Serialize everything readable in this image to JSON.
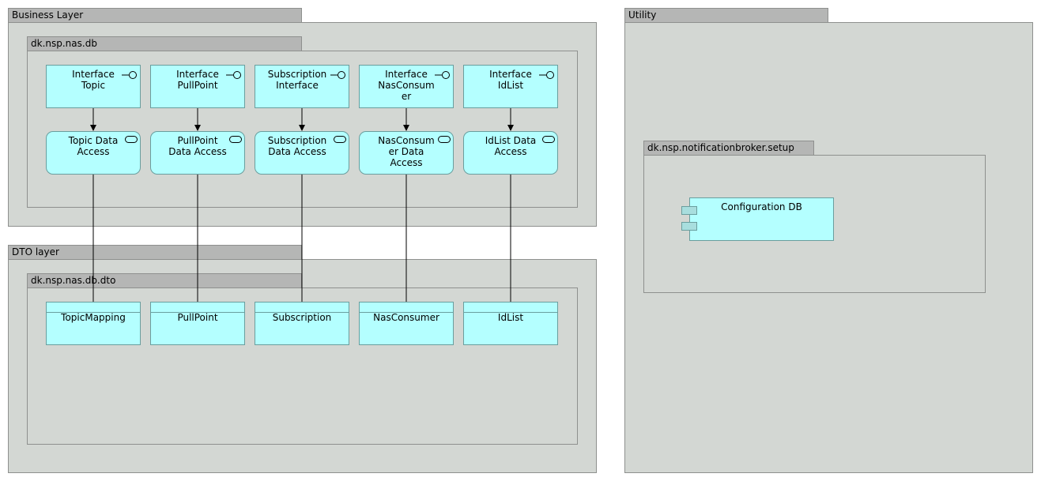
{
  "packages": {
    "business_layer": "Business Layer",
    "nas_db": "dk.nsp.nas.db",
    "dto_layer": "DTO layer",
    "nas_db_dto": "dk.nsp.nas.db.dto",
    "utility": "Utility",
    "setup": "dk.nsp.notificationbroker.setup"
  },
  "interfaces": [
    {
      "label": "Interface\nTopic"
    },
    {
      "label": "Interface\nPullPoint"
    },
    {
      "label": "Subscription\nInterface"
    },
    {
      "label": "Interface\nNasConsum\ner"
    },
    {
      "label": "Interface\nIdList"
    }
  ],
  "services": [
    {
      "label": "Topic Data\nAccess"
    },
    {
      "label": "PullPoint\nData Access"
    },
    {
      "label": "Subscription\nData Access"
    },
    {
      "label": "NasConsum\ner Data\nAccess"
    },
    {
      "label": "IdList Data\nAccess"
    }
  ],
  "dtos": [
    {
      "label": "TopicMapping"
    },
    {
      "label": "PullPoint"
    },
    {
      "label": "Subscription"
    },
    {
      "label": "NasConsumer"
    },
    {
      "label": "IdList"
    }
  ],
  "component": {
    "label": "Configuration DB"
  },
  "colors": {
    "node_fill": "#b4ffff",
    "package_fill": "#d3d7d3",
    "package_tab": "#b5b6b5"
  }
}
